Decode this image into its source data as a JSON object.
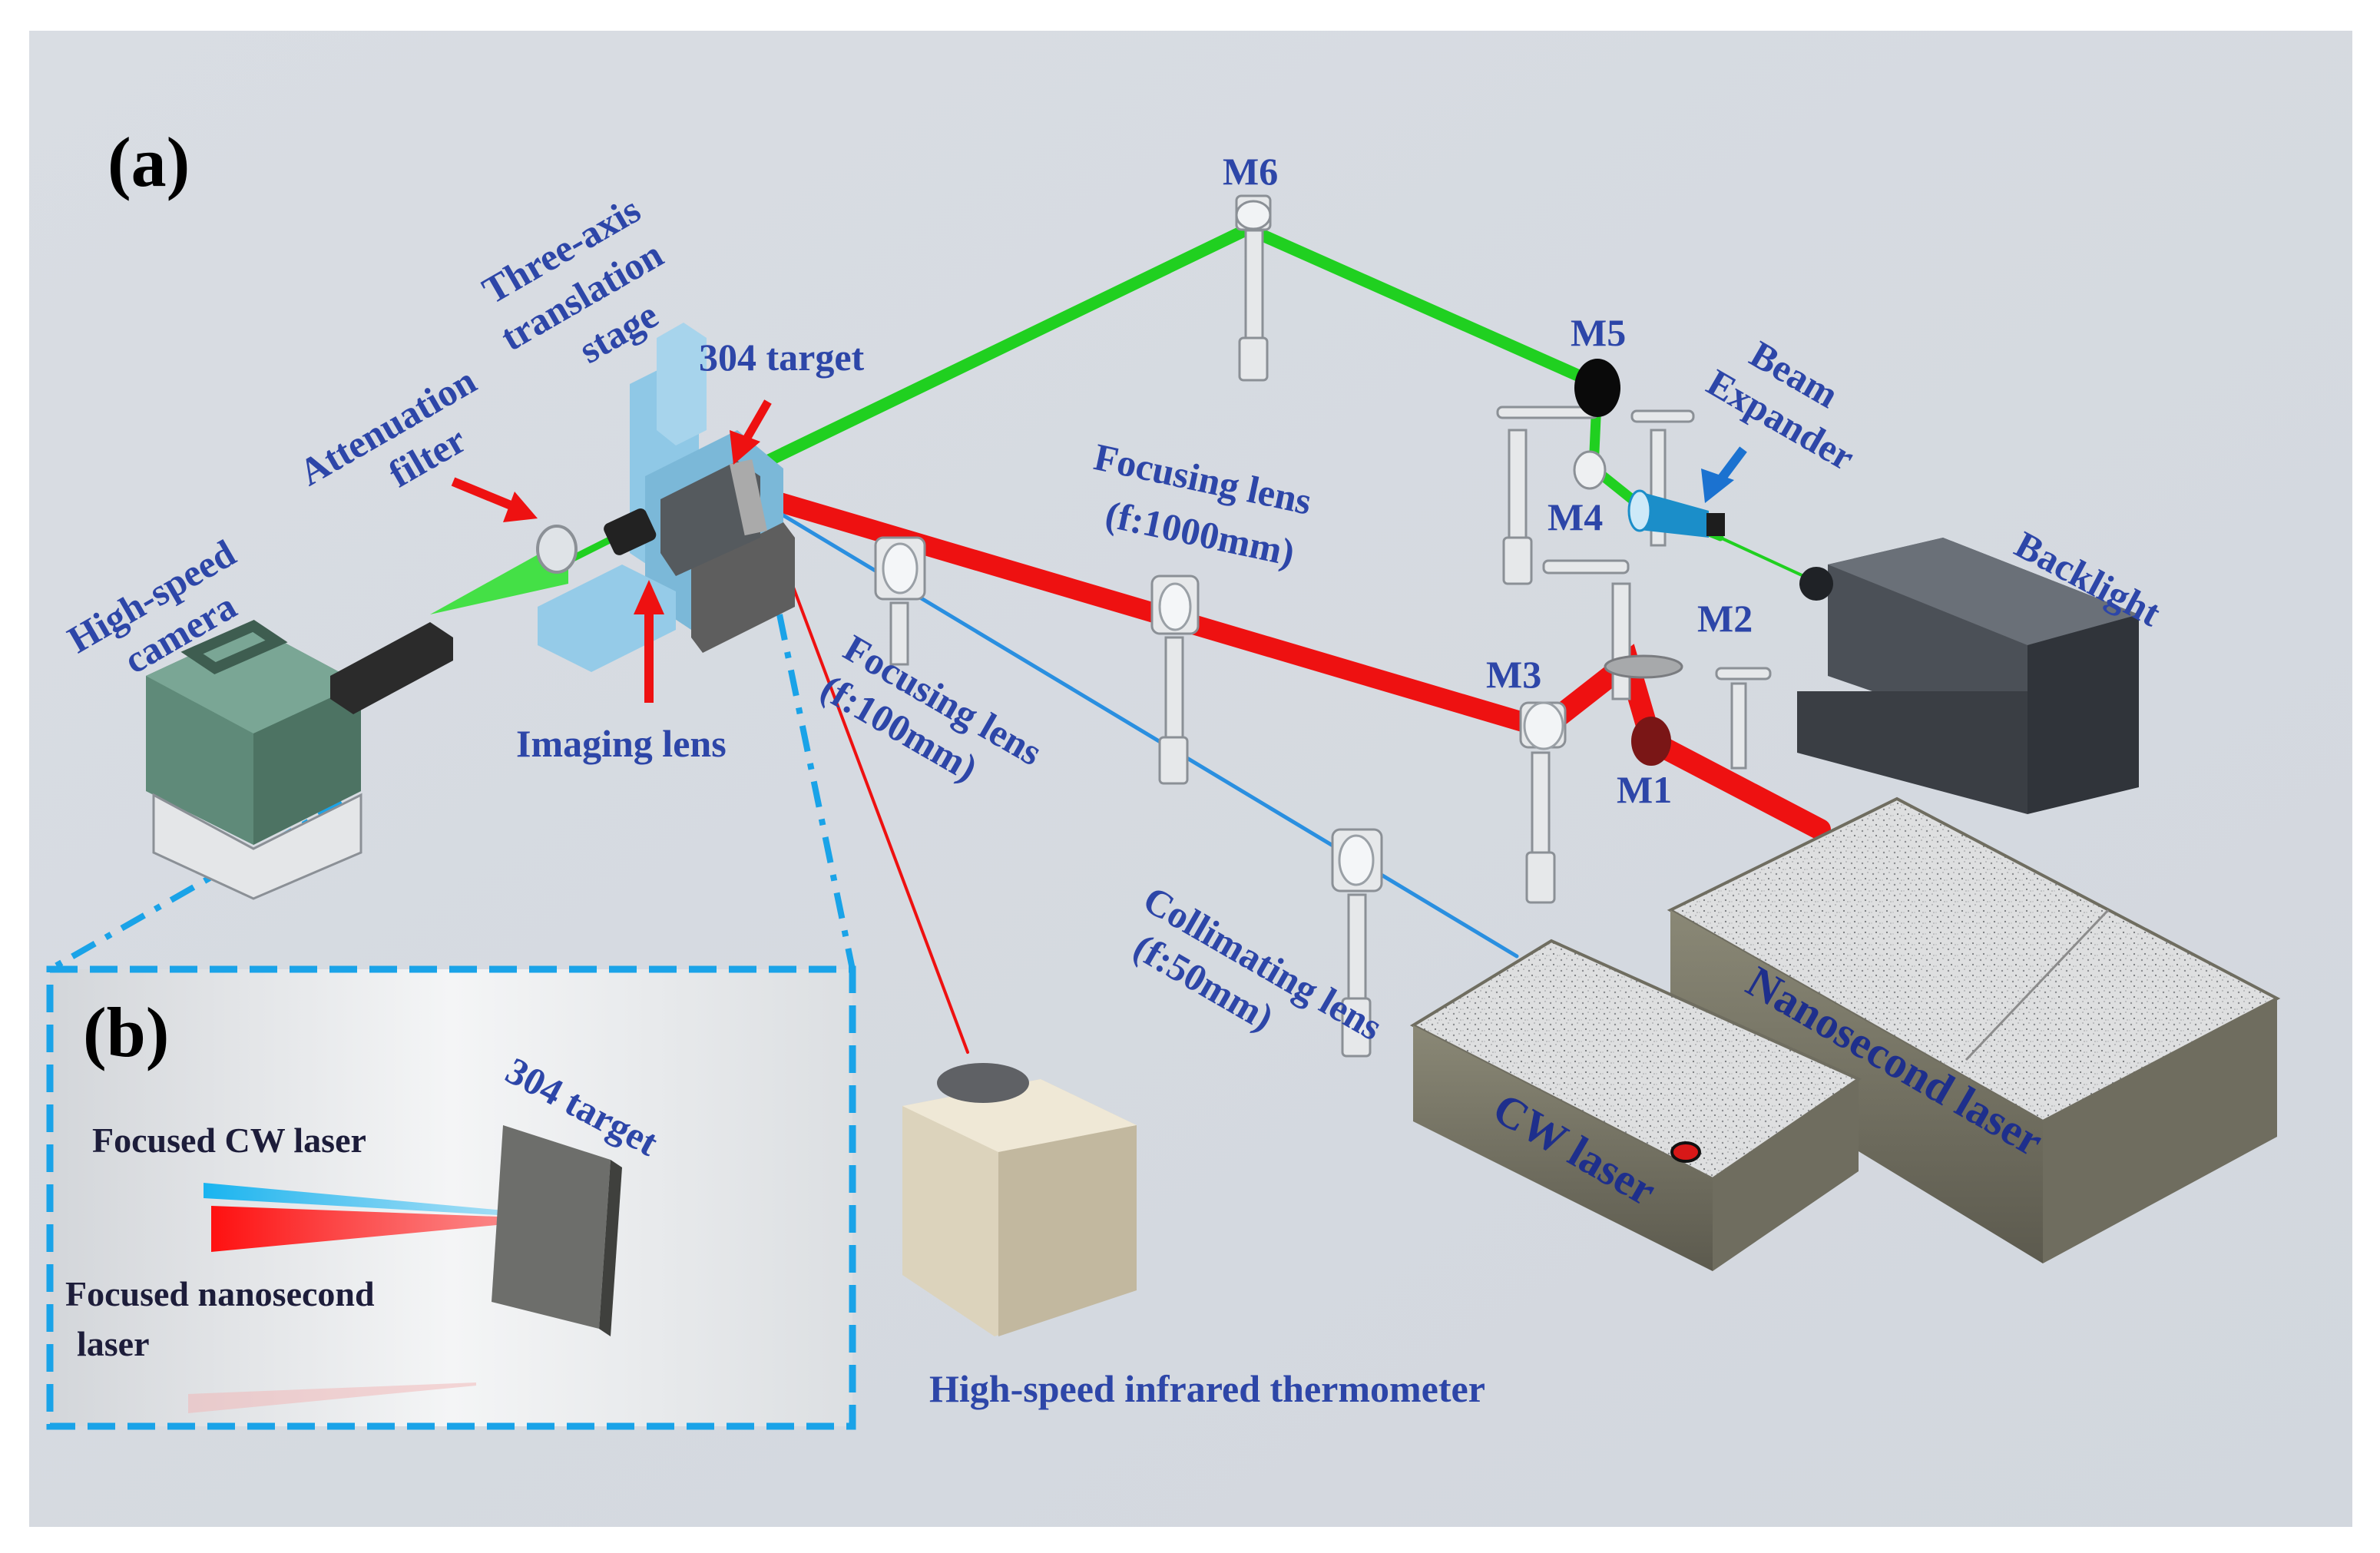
{
  "panels": {
    "a": "(a)",
    "b": "(b)"
  },
  "labels": {
    "high_speed_camera": [
      "High-speed",
      "camera"
    ],
    "attenuation_filter": [
      "Attenuation",
      "filter"
    ],
    "translation_stage": [
      "Three-axis",
      "translation",
      "stage"
    ],
    "target_304": "304 target",
    "imaging_lens": "Imaging lens",
    "focusing_lens_100": [
      "Focusing lens",
      "(f:100mm)"
    ],
    "focusing_lens_1000": [
      "Focusing lens",
      "(f:1000mm)"
    ],
    "collimating_lens": [
      "Collimating lens",
      "(f:50mm)"
    ],
    "ir_thermometer": "High-speed infrared thermometer",
    "beam_expander": [
      "Beam",
      "Expander"
    ],
    "backlight": "Backlight",
    "cw_laser": "CW laser",
    "nanosecond_laser": "Nanosecond laser",
    "mirrors": {
      "m1": "M1",
      "m2": "M2",
      "m3": "M3",
      "m4": "M4",
      "m5": "M5",
      "m6": "M6"
    }
  },
  "inset": {
    "target": "304 target",
    "cw_laser": "Focused CW laser",
    "ns_laser": [
      "Focused nanosecond",
      "laser"
    ]
  },
  "colors": {
    "background": "#d6dbe1",
    "green_beam": "#22cc22",
    "red_beam": "#ee1111",
    "blue_beam": "#2a8fe0",
    "label_blue": "#2d46a8",
    "inset_border": "#1aa3e8"
  }
}
